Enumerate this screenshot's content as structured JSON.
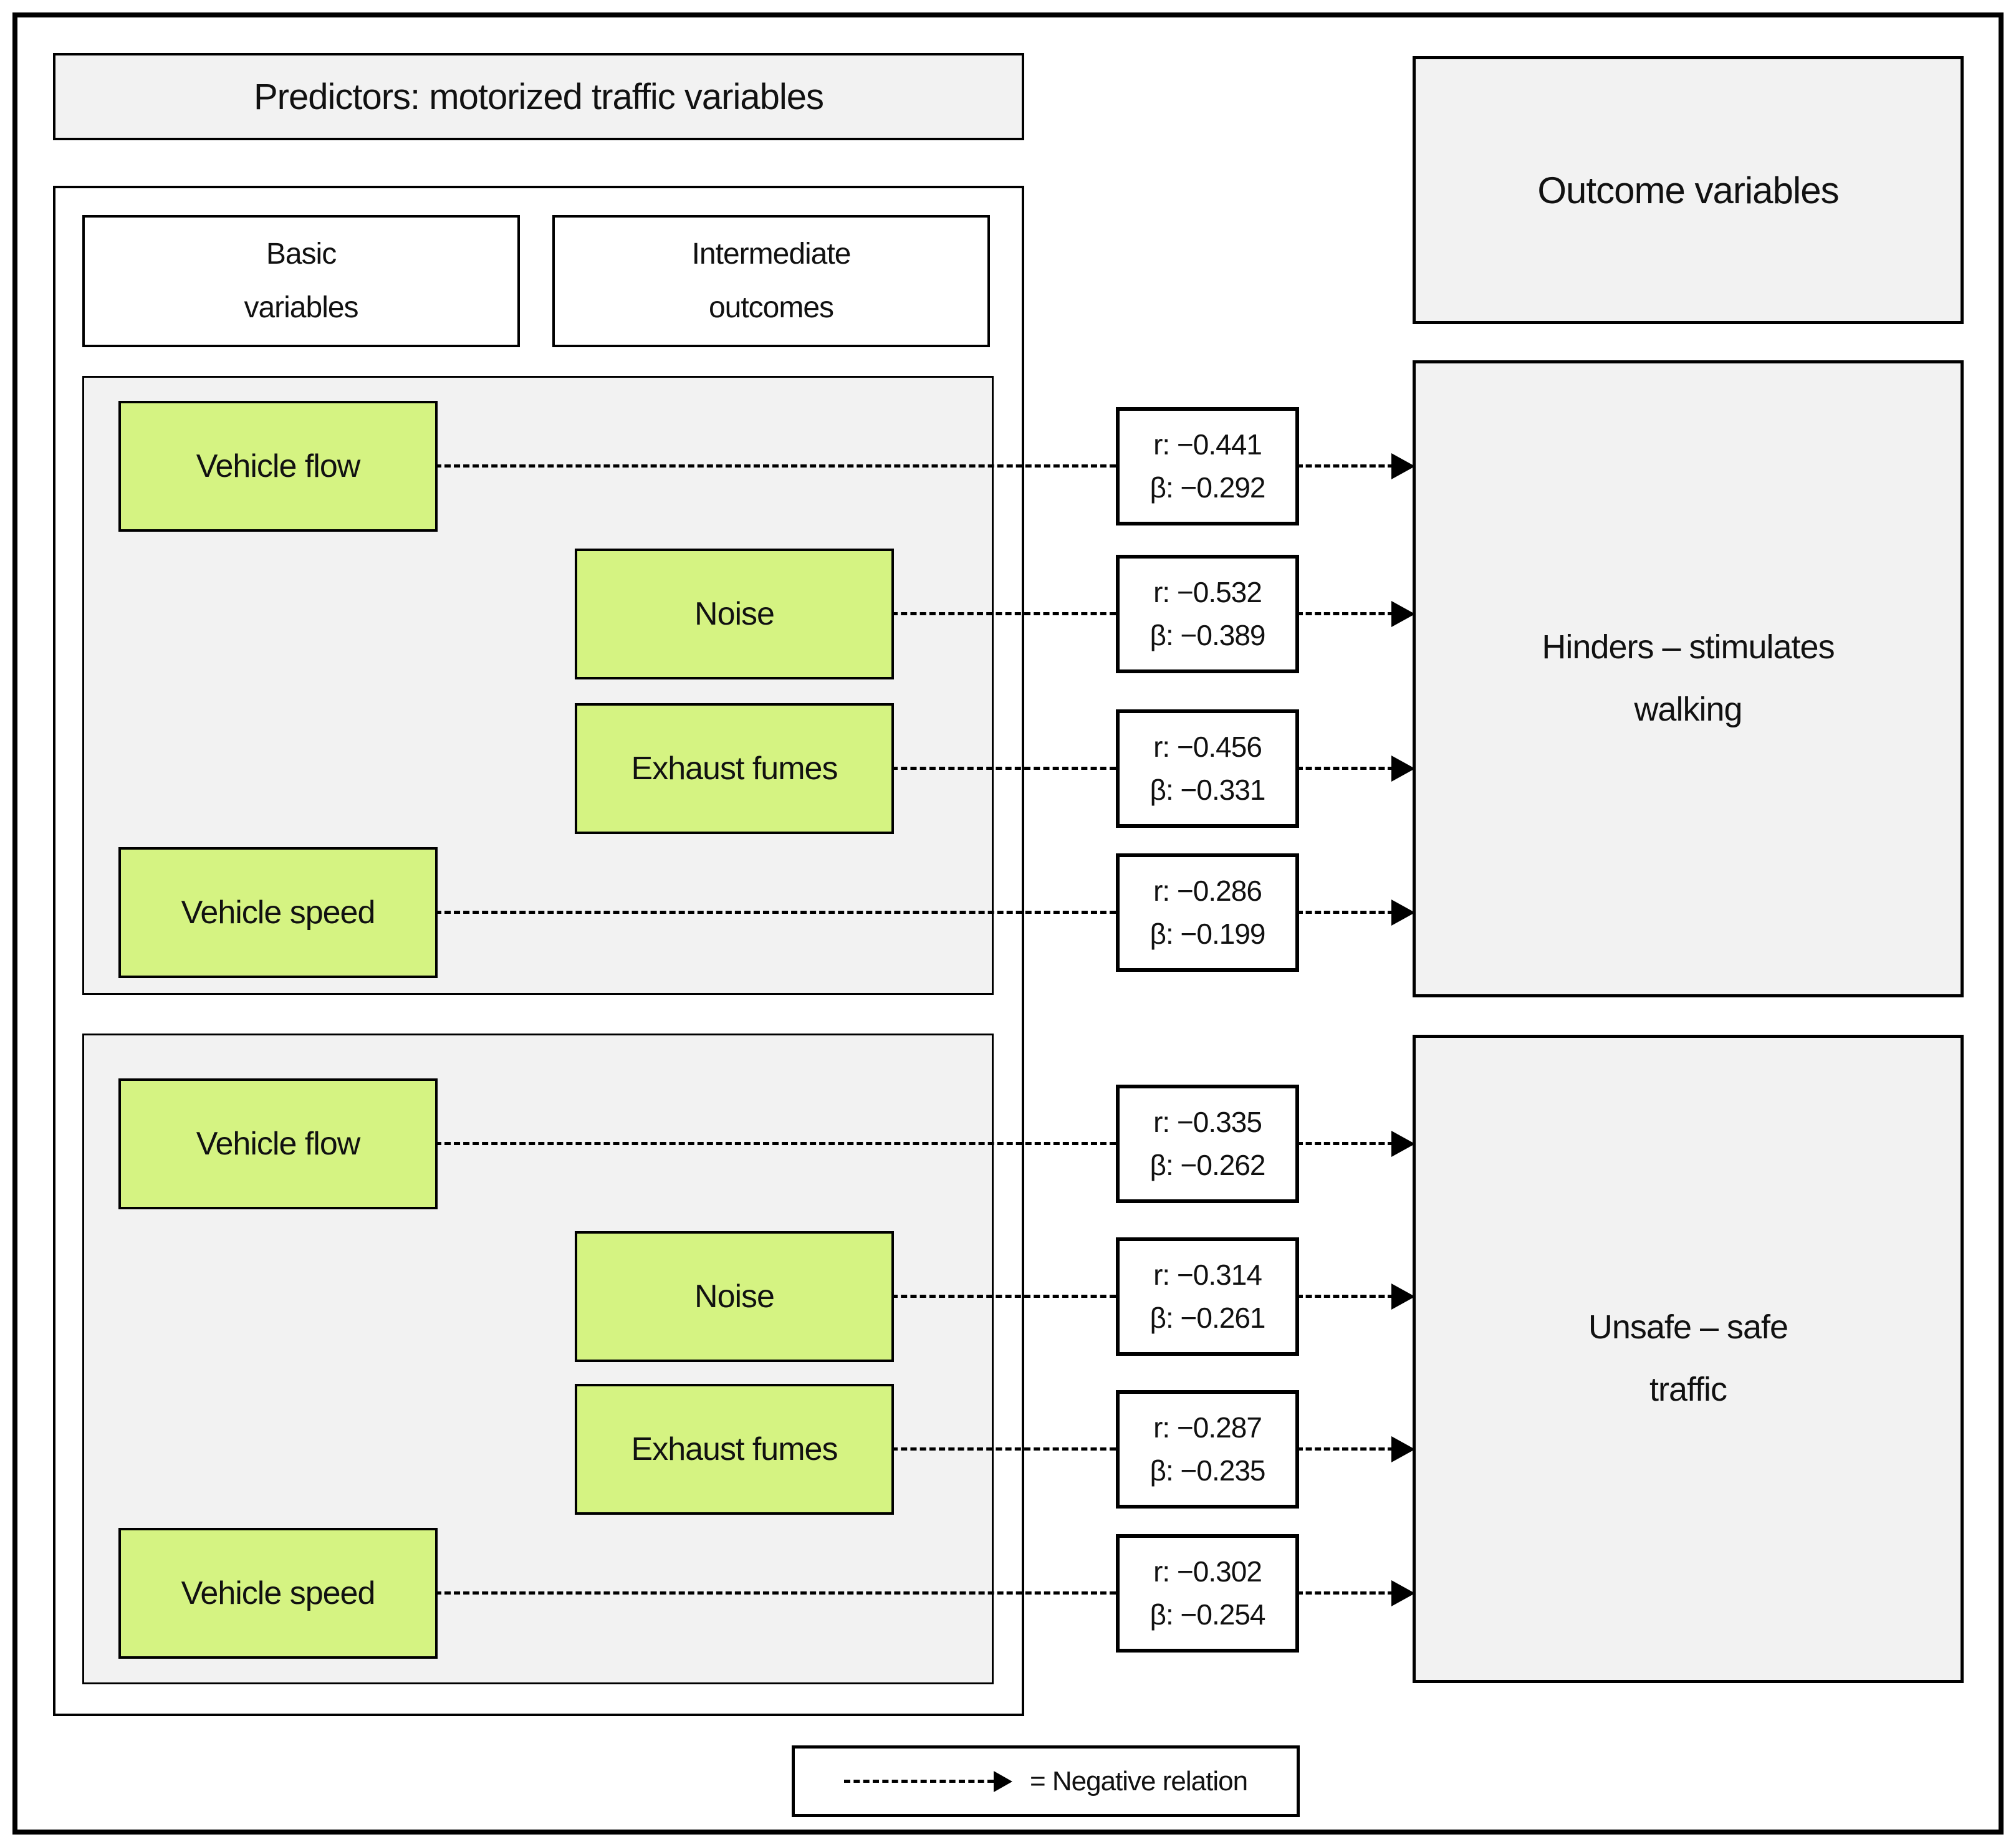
{
  "headers": {
    "predictors": "Predictors: motorized traffic variables",
    "outcomes": "Outcome variables"
  },
  "columns": {
    "basic": "Basic\nvariables",
    "intermediate": "Intermediate\noutcomes"
  },
  "groups": [
    {
      "outcome": "Hinders – stimulates\nwalking",
      "links": [
        {
          "predictor": "Vehicle flow",
          "column": "basic",
          "r": "r: −0.441",
          "beta": "β: −0.292"
        },
        {
          "predictor": "Noise",
          "column": "intermediate",
          "r": "r: −0.532",
          "beta": "β: −0.389"
        },
        {
          "predictor": "Exhaust fumes",
          "column": "intermediate",
          "r": "r: −0.456",
          "beta": "β: −0.331"
        },
        {
          "predictor": "Vehicle speed",
          "column": "basic",
          "r": "r: −0.286",
          "beta": "β: −0.199"
        }
      ]
    },
    {
      "outcome": "Unsafe – safe\ntraffic",
      "links": [
        {
          "predictor": "Vehicle flow",
          "column": "basic",
          "r": "r: −0.335",
          "beta": "β: −0.262"
        },
        {
          "predictor": "Noise",
          "column": "intermediate",
          "r": "r: −0.314",
          "beta": "β: −0.261"
        },
        {
          "predictor": "Exhaust fumes",
          "column": "intermediate",
          "r": "r: −0.287",
          "beta": "β: −0.235"
        },
        {
          "predictor": "Vehicle speed",
          "column": "basic",
          "r": "r: −0.302",
          "beta": "β: −0.254"
        }
      ]
    }
  ],
  "legend": {
    "label": "= Negative relation"
  },
  "colors": {
    "predictor_fill": "#d5f382",
    "panel_fill": "#f2f2f2",
    "border": "#000000",
    "relation_line": "#000000"
  }
}
